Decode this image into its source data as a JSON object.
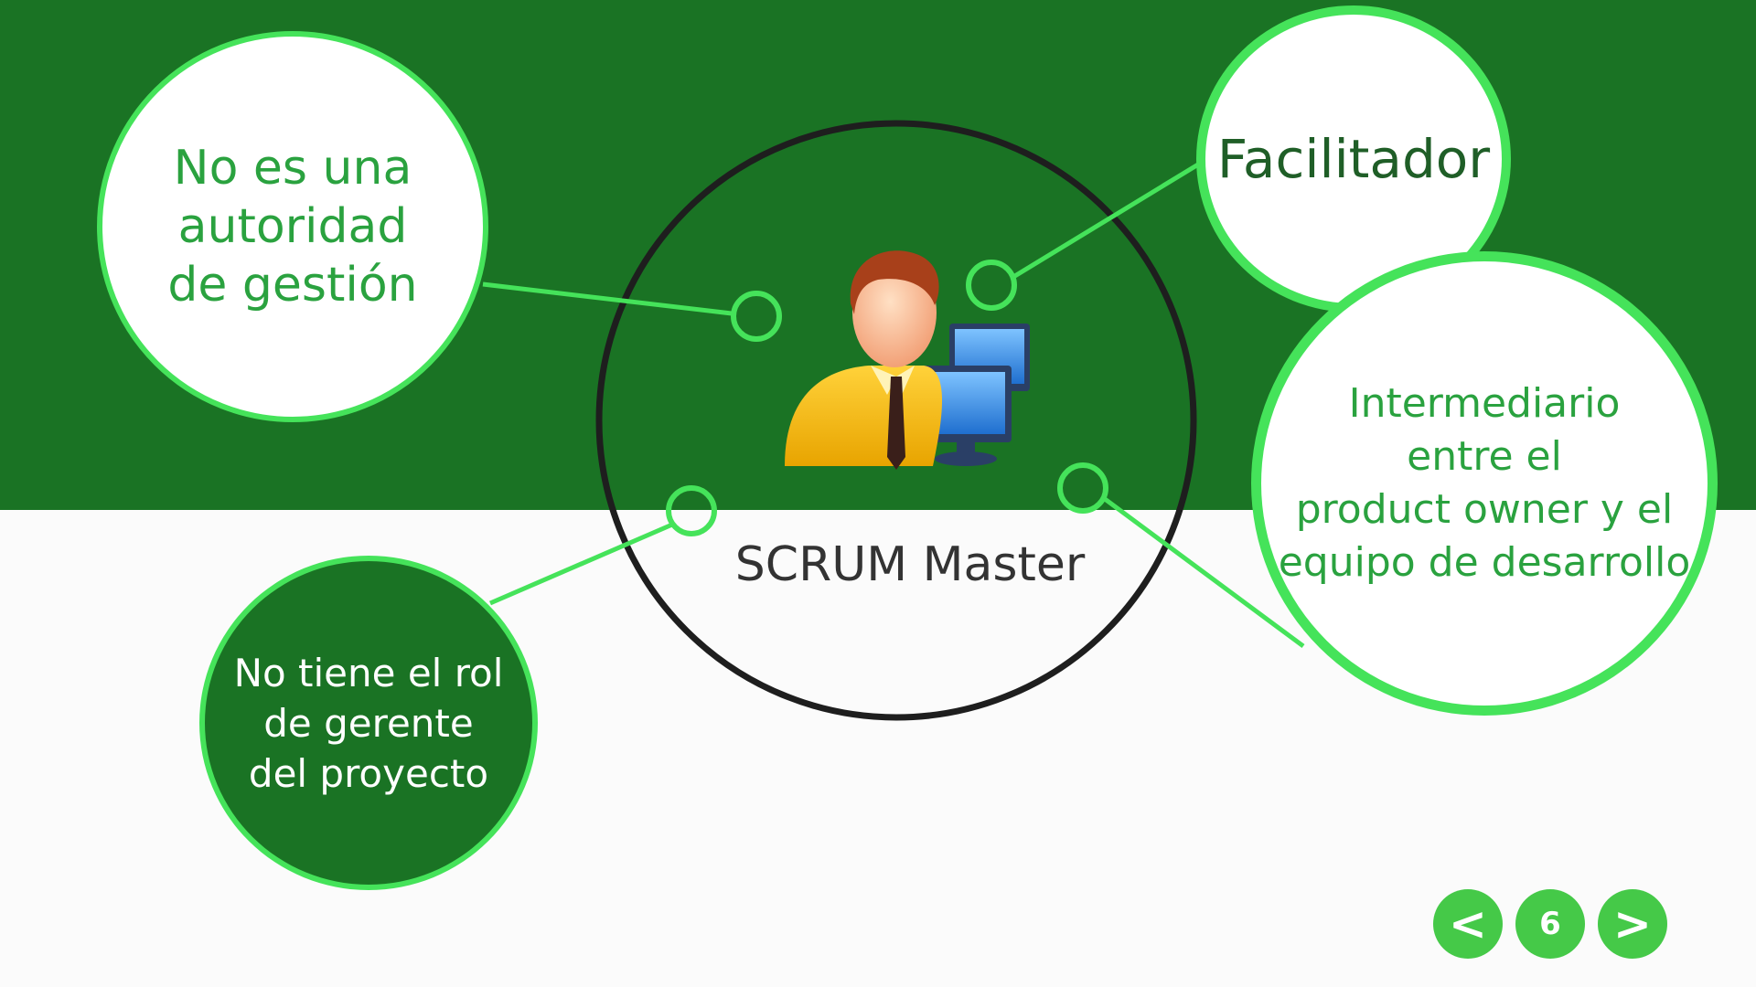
{
  "slide": {
    "central_label": "SCRUM Master",
    "bubbles": {
      "left_top": "No es una\nautoridad\nde gestión",
      "left_bottom": "No tiene el rol\nde gerente\ndel proyecto",
      "right_top": "Facilitador",
      "right_mid": "Intermediario\nentre el\nproduct owner y el\nequipo de desarrollo"
    }
  },
  "navigation": {
    "prev_label": "<",
    "page_number": "6",
    "next_label": ">"
  },
  "colors": {
    "band_green": "#1a7324",
    "accent_green": "#45e35a",
    "button_green": "#45c948"
  },
  "icons": {
    "avatar": "user-with-computers-icon"
  }
}
